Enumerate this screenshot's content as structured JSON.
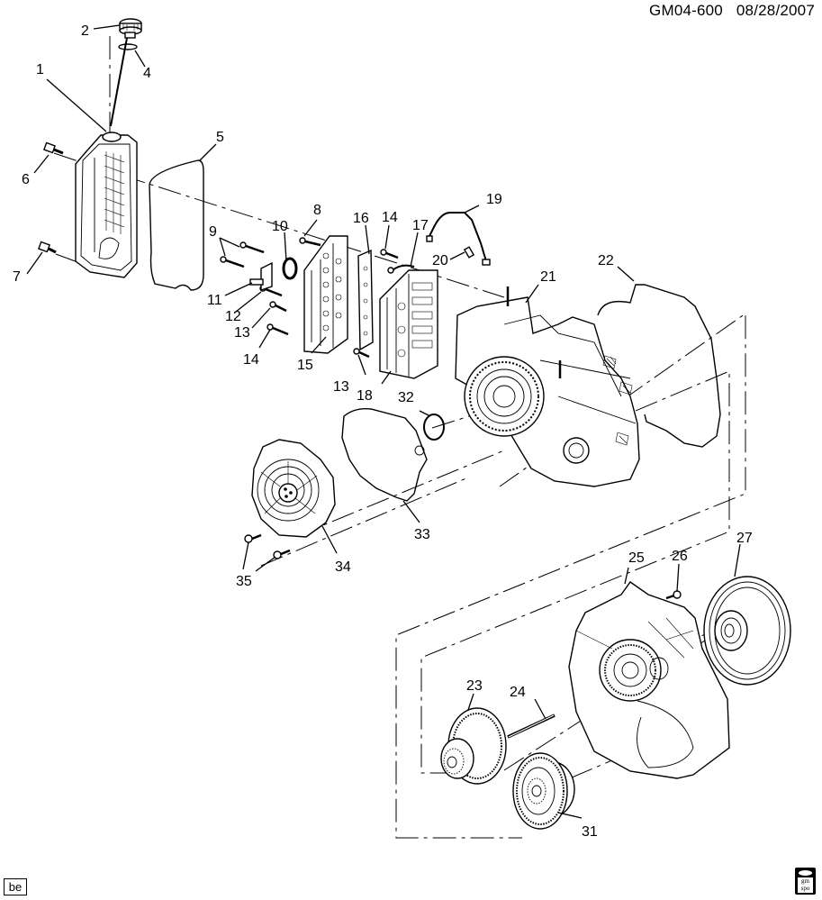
{
  "header": {
    "illustration_id": "GM04-600",
    "date": "08/28/2007"
  },
  "footer": {
    "left_badge": "be",
    "right_logo": {
      "line1": "gm",
      "line2": "spo"
    }
  },
  "callouts": {
    "c1": "1",
    "c2": "2",
    "c4": "4",
    "c5": "5",
    "c6": "6",
    "c7": "7",
    "c8": "8",
    "c9": "9",
    "c10": "10",
    "c11": "11",
    "c12": "12",
    "c13a": "13",
    "c13b": "13",
    "c14a": "14",
    "c14b": "14",
    "c15": "15",
    "c16": "16",
    "c17": "17",
    "c18": "18",
    "c19": "19",
    "c20": "20",
    "c21": "21",
    "c22": "22",
    "c23": "23",
    "c24": "24",
    "c25": "25",
    "c26": "26",
    "c27": "27",
    "c31": "31",
    "c32": "32",
    "c33": "33",
    "c34": "34",
    "c35": "35"
  },
  "colors": {
    "ink": "#000000",
    "paper": "#ffffff"
  }
}
